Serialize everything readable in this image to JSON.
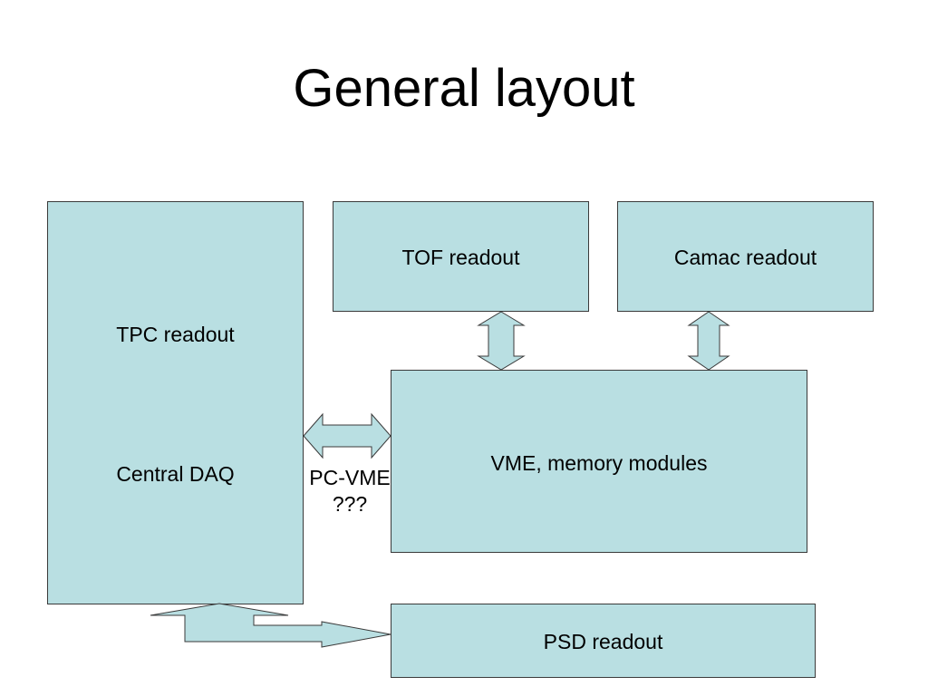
{
  "slide": {
    "title": "General layout"
  },
  "boxes": {
    "tpc": {
      "label_top": "TPC readout",
      "label_bottom": "Central DAQ"
    },
    "tof": {
      "label": "TOF readout"
    },
    "camac": {
      "label": "Camac readout"
    },
    "vme": {
      "label": "VME, memory modules"
    },
    "psd": {
      "label": "PSD readout"
    }
  },
  "connections": {
    "pc_vme": {
      "line1": "PC-VME",
      "line2": "???"
    }
  },
  "colors": {
    "box_fill": "#b9dfe2",
    "outline": "#3a3a3a"
  }
}
